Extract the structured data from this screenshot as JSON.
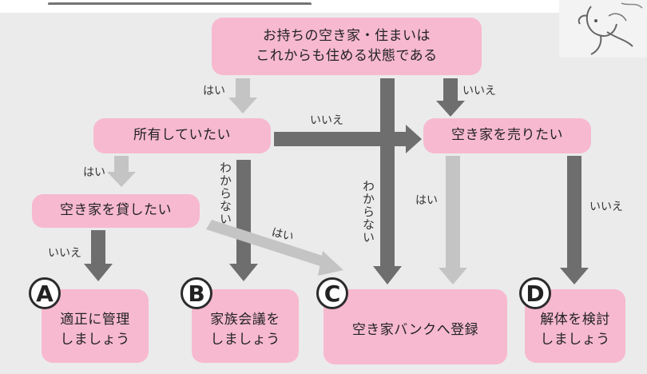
{
  "nodes": {
    "start": {
      "line1": "お持ちの空き家・住まいは",
      "line2": "これからも住める状態である"
    },
    "keep": {
      "label": "所有していたい"
    },
    "sell": {
      "label": "空き家を売りたい"
    },
    "rent": {
      "label": "空き家を貸したい"
    },
    "result_a": {
      "badge": "A",
      "line1": "適正に管理",
      "line2": "しましょう"
    },
    "result_b": {
      "badge": "B",
      "line1": "家族会議を",
      "line2": "しましょう"
    },
    "result_c": {
      "badge": "C",
      "line1": "空き家バンクへ登録"
    },
    "result_d": {
      "badge": "D",
      "line1": "解体を検討",
      "line2": "しましょう"
    }
  },
  "labels": {
    "start_yes": "はい",
    "start_no": "いいえ",
    "keep_no": "いいえ",
    "keep_yes": "はい",
    "keep_unknown": "わからない",
    "start_unknown": "わからない",
    "sell_yes": "はい",
    "sell_no": "いいえ",
    "rent_no": "いいえ",
    "rent_yes": "はい"
  },
  "colors": {
    "box": "#f7b9d0",
    "arrow_dark": "#6e6e6e",
    "arrow_light": "#c4c4c4",
    "background": "#ebebeb"
  },
  "decorations": {
    "top_right_illustration": "mouse-illustration"
  }
}
